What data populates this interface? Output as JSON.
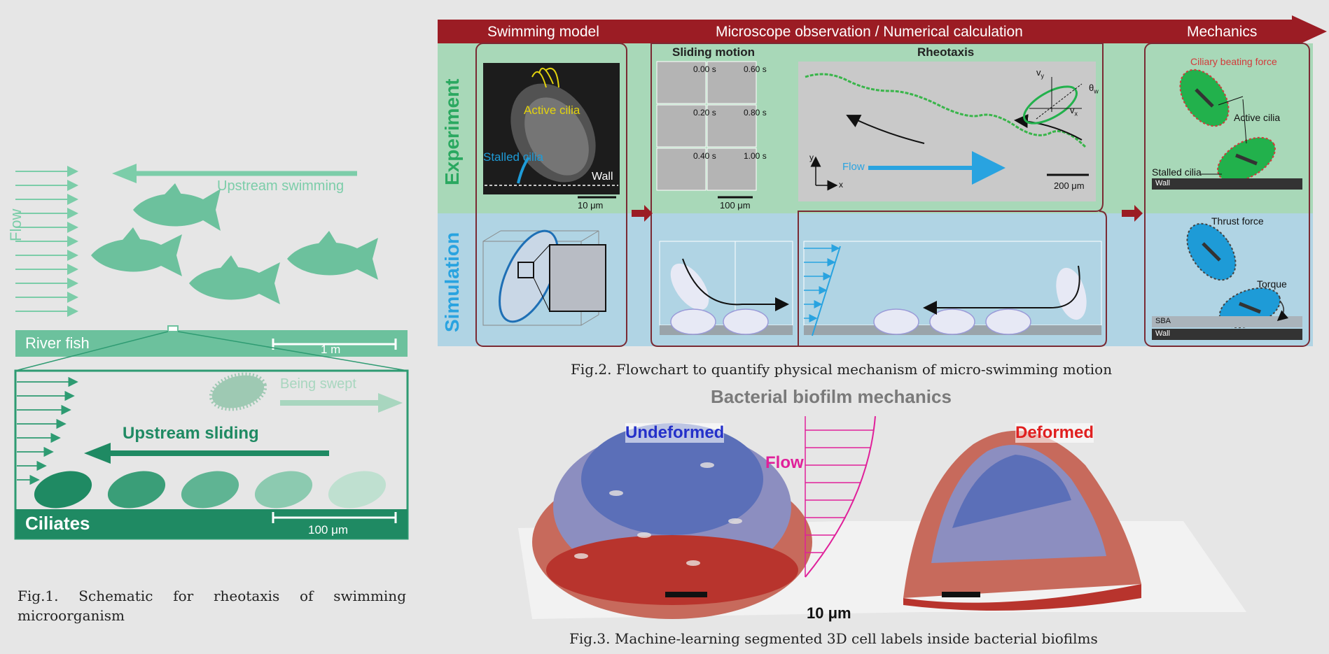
{
  "fig1": {
    "flow_label": "Flow",
    "upstream_swimming": "Upstream swimming",
    "river_fish": "River fish",
    "scale_fish": "1 m",
    "being_swept": "Being swept",
    "upstream_sliding": "Upstream sliding",
    "ciliates": "Ciliates",
    "scale_ciliates": "100 μm",
    "caption": "Fig.1. Schematic for rheotaxis of swimming microorganism",
    "colors": {
      "fish": "#6cc19d",
      "dark": "#1f8a63",
      "mid": "#2e9b72"
    }
  },
  "fig2": {
    "header": {
      "swimming_model": "Swimming model",
      "observation": "Microscope observation / Numerical calculation",
      "mechanics": "Mechanics"
    },
    "row_experiment": "Experiment",
    "row_simulation": "Simulation",
    "micrograph": {
      "active_cilia": "Active cilia",
      "stalled_cilia": "Stalled cilia",
      "wall": "Wall",
      "scale": "10 μm"
    },
    "sliding": {
      "title": "Sliding motion",
      "times": [
        "0.00 s",
        "0.60 s",
        "0.20 s",
        "0.80 s",
        "0.40 s",
        "1.00 s"
      ],
      "scale": "100 μm"
    },
    "rheotaxis": {
      "title": "Rheotaxis",
      "flow": "Flow",
      "scale": "200 μm",
      "vy": "v",
      "vy_sub": "y",
      "vx": "v",
      "vx_sub": "x",
      "theta": "θ",
      "theta_sub": "w",
      "axis_x": "x",
      "axis_y": "y"
    },
    "mech_exp": {
      "ciliary": "Ciliary beating force",
      "active": "Active cilia",
      "stalled": "Stalled cilia",
      "wall": "Wall"
    },
    "mech_sim": {
      "thrust": "Thrust force",
      "torque": "Torque",
      "sba": "SBA",
      "wall": "Wall"
    },
    "caption": "Fig.2. Flowchart to quantify physical mechanism of micro-swimming motion",
    "colors": {
      "arrow": "#9b1c24",
      "experiment_bg": "#a8d8b8",
      "simulation_bg": "#b0d4e4",
      "green": "#22b14c",
      "blue": "#1e9bd7"
    }
  },
  "fig3": {
    "title": "Bacterial biofilm mechanics",
    "undeformed": "Undeformed",
    "deformed": "Deformed",
    "flow": "Flow",
    "scale": "10 μm",
    "caption": "Fig.3. Machine-learning segmented 3D cell labels inside bacterial biofilms",
    "colors": {
      "undeformed": "#2430c9",
      "deformed": "#e02020",
      "flow": "#e0209a"
    }
  }
}
